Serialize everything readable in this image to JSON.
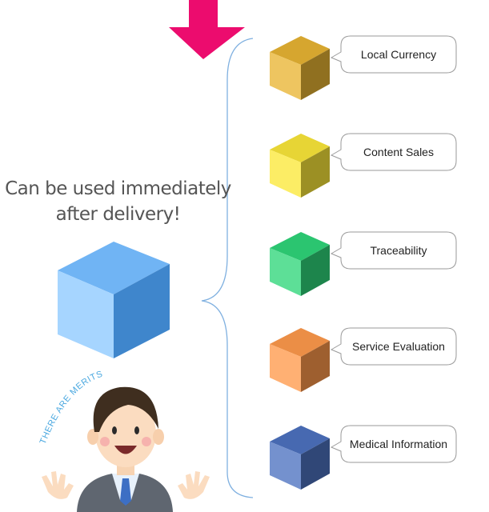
{
  "headline": {
    "line1": "Can be used immediately",
    "line2": "after delivery!"
  },
  "merits_text": "THERE ARE MERITS",
  "colors": {
    "arrow": "#ec0c6e",
    "brace": "#7fb0e0",
    "main_cube": "#70b4f4",
    "merits_text": "#4aa8e0"
  },
  "items": [
    {
      "label": "Local Currency",
      "color": "#e9b433",
      "icon": "cube-gold"
    },
    {
      "label": "Content Sales",
      "color": "#fbe83a",
      "icon": "cube-yellow"
    },
    {
      "label": "Traceability",
      "color": "#2fd67a",
      "icon": "cube-green"
    },
    {
      "label": "Service Evaluation",
      "color": "#ff9a4c",
      "icon": "cube-orange"
    },
    {
      "label": "Medical Information",
      "color": "#4d72c0",
      "icon": "cube-blue"
    }
  ]
}
